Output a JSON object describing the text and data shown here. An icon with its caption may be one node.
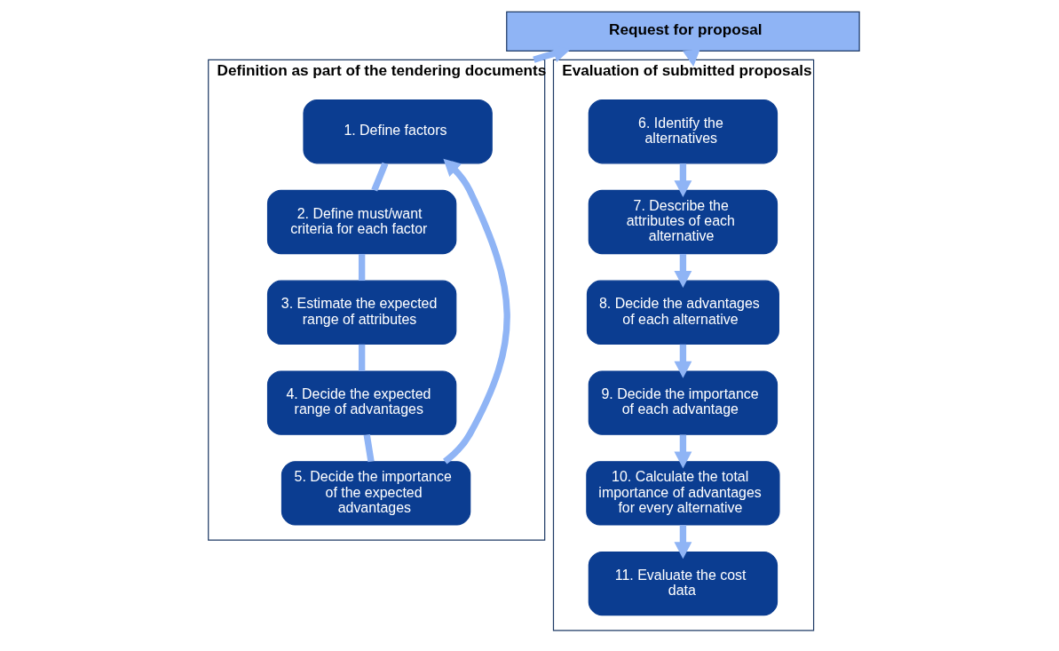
{
  "diagram": {
    "nodes": [
      {
        "text": [
          "Request for proposal"
        ]
      },
      {
        "text": [
          "Definition as part of the tendering documents"
        ]
      },
      {
        "text": [
          "1. Define factors"
        ],
        "in": 1
      },
      {
        "text": [
          "2. Define must/want criteria for each factor"
        ],
        "in": 1
      },
      {
        "text": [
          "3. Estimate the expected range of attributes"
        ],
        "in": 1
      },
      {
        "text": [
          "4. Decide the expected range of advantages"
        ],
        "in": 1
      },
      {
        "text": [
          "5. Decide the importance of the expected advantages"
        ],
        "in": 1
      },
      {
        "text": [
          "Evaluation of submitted proposals"
        ]
      },
      {
        "text": [
          "6. Identify the alternatives"
        ],
        "in": 7
      },
      {
        "text": [
          "7. Describe the attributes of each alternative"
        ],
        "in": 7
      },
      {
        "text": [
          "8. Decide the advantages of each alternative"
        ],
        "in": 7
      },
      {
        "text": [
          "9. Decide the importance of each advantage"
        ],
        "in": 7
      },
      {
        "text": [
          "10. Calculate the total importance of advantages for every alternative"
        ],
        "in": 7
      },
      {
        "text": [
          "11. Evaluate the cost data"
        ],
        "in": 7
      }
    ],
    "edges": [
      {
        "from": 1,
        "to": 0,
        "arrow": "to"
      },
      {
        "from": 0,
        "to": 7,
        "arrow": "to"
      },
      {
        "from": 2,
        "to": 3,
        "arrow": "none"
      },
      {
        "from": 3,
        "to": 4,
        "arrow": "none"
      },
      {
        "from": 4,
        "to": 5,
        "arrow": "none"
      },
      {
        "from": 5,
        "to": 6,
        "arrow": "none"
      },
      {
        "from": 6,
        "to": 2,
        "arrow": "to"
      },
      {
        "from": 8,
        "to": 9,
        "arrow": "to"
      },
      {
        "from": 9,
        "to": 10,
        "arrow": "to"
      },
      {
        "from": 10,
        "to": 11,
        "arrow": "to"
      },
      {
        "from": 11,
        "to": 12,
        "arrow": "to"
      },
      {
        "from": 12,
        "to": 13,
        "arrow": "to"
      }
    ]
  }
}
